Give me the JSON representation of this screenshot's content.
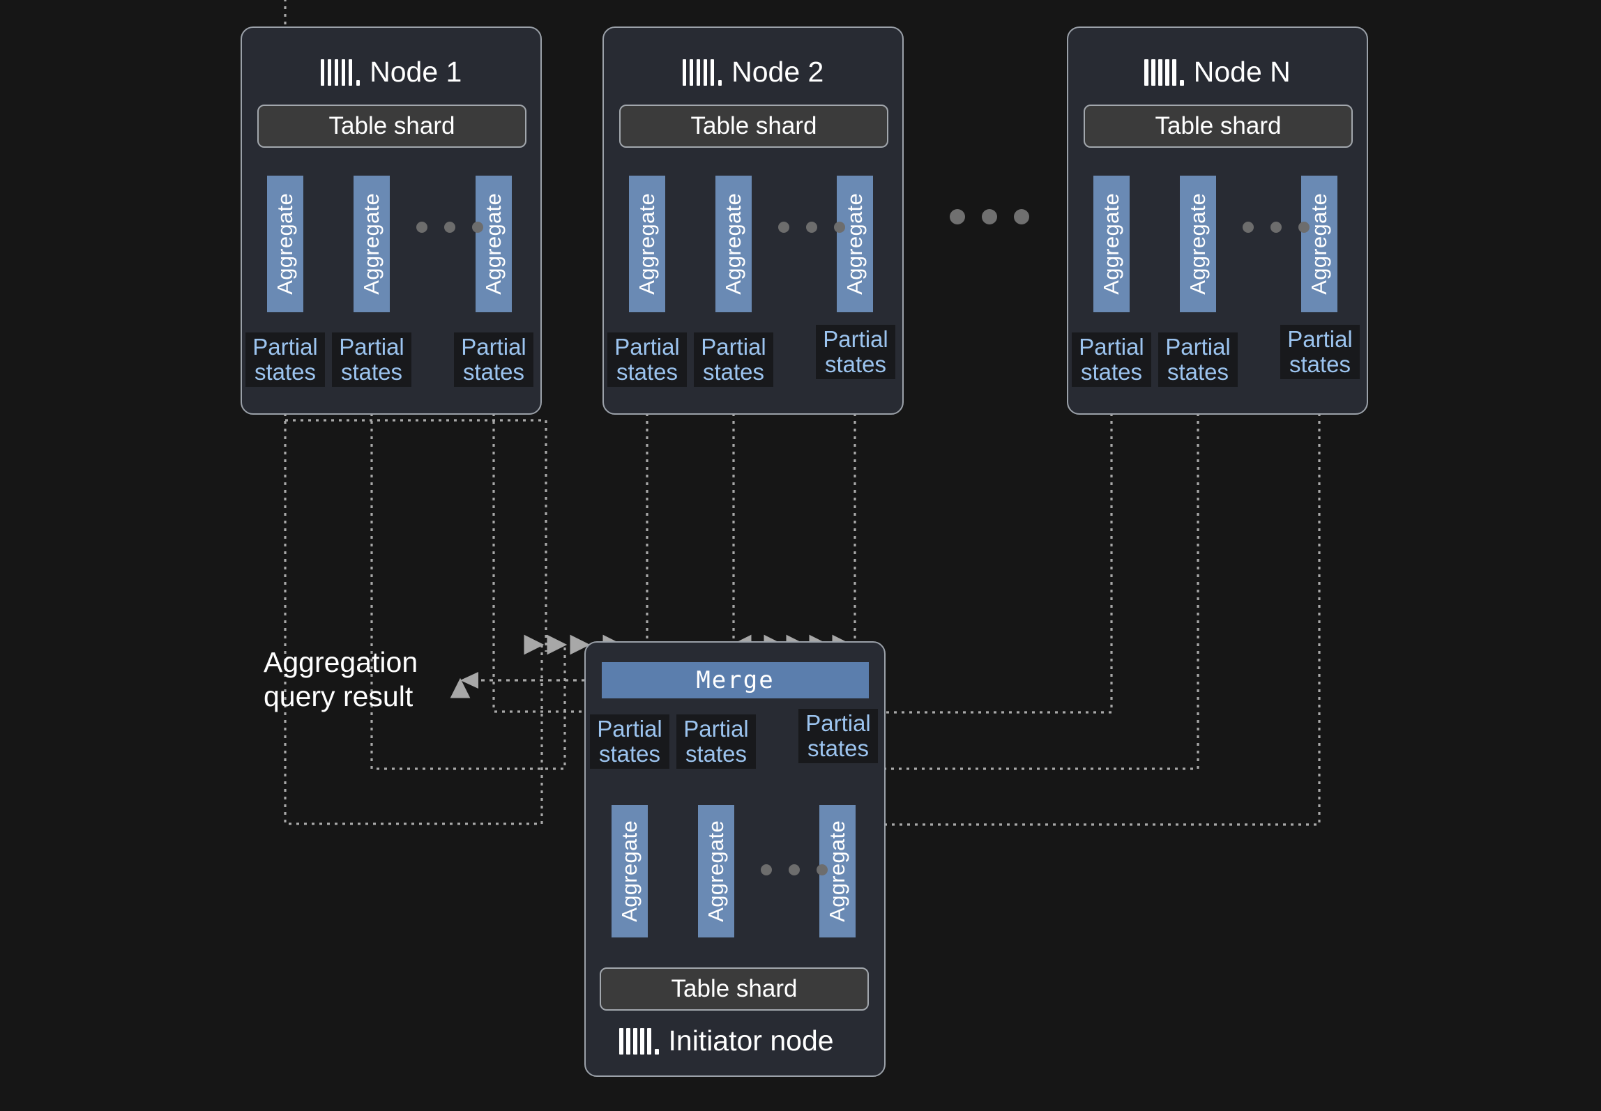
{
  "diagram": {
    "title": "Distributed aggregation across shards with merge on initiator node",
    "background_color": "#161616",
    "accent_blue": "#6a8ab4",
    "merge_blue": "#5b7ead",
    "partial_states_text_color": "#9cc4ef",
    "card_fill": "#282b33",
    "card_border": "#9ba1a9",
    "table_shard_fill": "#3b3b3b",
    "wire_color": "#a8a8a8"
  },
  "labels": {
    "table_shard": "Table shard",
    "aggregate": "Aggregate",
    "partial_states": "Partial\nstates",
    "merge": "Merge",
    "result": "Aggregation\nquery result",
    "ellipsis": "• • •"
  },
  "nodes": [
    {
      "id": "node-1",
      "title": "Node 1",
      "logo": "clickhouse-logo",
      "table_shard": "Table shard",
      "aggregates": [
        "Aggregate",
        "Aggregate",
        "Aggregate"
      ],
      "partial_states": [
        "Partial states",
        "Partial states",
        "Partial states"
      ],
      "has_inner_ellipsis": true
    },
    {
      "id": "node-2",
      "title": "Node 2",
      "logo": "clickhouse-logo",
      "table_shard": "Table shard",
      "aggregates": [
        "Aggregate",
        "Aggregate",
        "Aggregate"
      ],
      "partial_states": [
        "Partial states",
        "Partial states",
        "Partial states"
      ],
      "has_inner_ellipsis": true
    },
    {
      "id": "node-n",
      "title": "Node N",
      "logo": "clickhouse-logo",
      "table_shard": "Table shard",
      "aggregates": [
        "Aggregate",
        "Aggregate",
        "Aggregate"
      ],
      "partial_states": [
        "Partial states",
        "Partial states",
        "Partial states"
      ],
      "has_inner_ellipsis": true
    }
  ],
  "initiator": {
    "id": "initiator-node",
    "title": "Initiator node",
    "logo": "clickhouse-logo",
    "merge": "Merge",
    "incoming_arrow_count": 9,
    "outgoing_arrow_count": 3,
    "partial_states": [
      "Partial states",
      "Partial states",
      "Partial states"
    ],
    "aggregates": [
      "Aggregate",
      "Aggregate",
      "Aggregate"
    ],
    "table_shard": "Table shard",
    "has_inner_ellipsis": true
  },
  "result_output": {
    "label": "Aggregation\nquery result",
    "direction": "left"
  }
}
